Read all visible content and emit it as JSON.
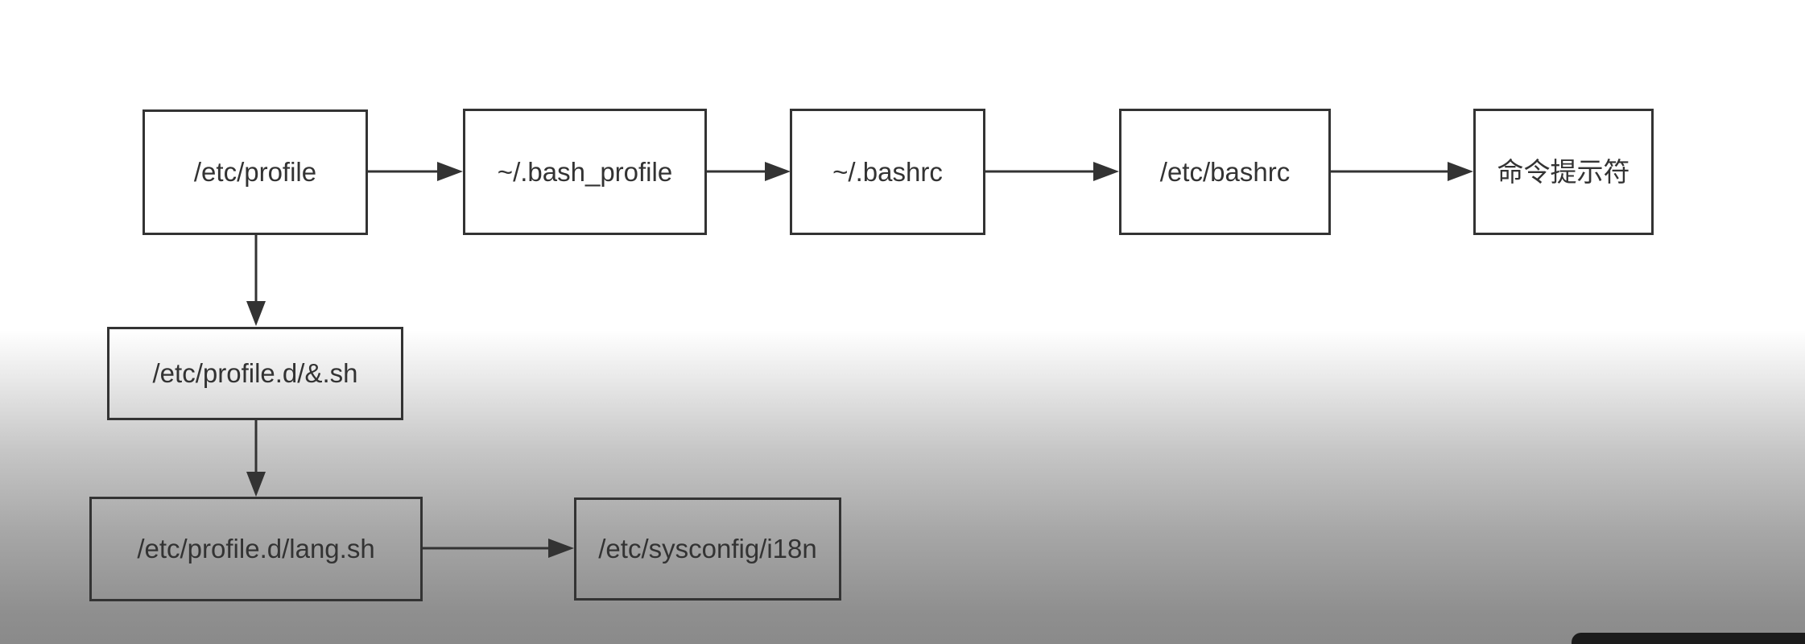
{
  "diagram": {
    "nodes": [
      {
        "id": "etc-profile",
        "label": "/etc/profile"
      },
      {
        "id": "bash-profile",
        "label": "~/.bash_profile"
      },
      {
        "id": "bashrc-home",
        "label": "~/.bashrc"
      },
      {
        "id": "etc-bashrc",
        "label": "/etc/bashrc"
      },
      {
        "id": "prompt",
        "label": "命令提示符"
      },
      {
        "id": "profile-d-sh",
        "label": "/etc/profile.d/&.sh"
      },
      {
        "id": "lang-sh",
        "label": "/etc/profile.d/lang.sh"
      },
      {
        "id": "i18n",
        "label": "/etc/sysconfig/i18n"
      }
    ],
    "edges": [
      {
        "from": "etc-profile",
        "to": "bash-profile"
      },
      {
        "from": "bash-profile",
        "to": "bashrc-home"
      },
      {
        "from": "bashrc-home",
        "to": "etc-bashrc"
      },
      {
        "from": "etc-bashrc",
        "to": "prompt"
      },
      {
        "from": "etc-profile",
        "to": "profile-d-sh"
      },
      {
        "from": "profile-d-sh",
        "to": "lang-sh"
      },
      {
        "from": "lang-sh",
        "to": "i18n"
      }
    ],
    "colors": {
      "stroke": "#333333",
      "text": "#333333"
    }
  }
}
